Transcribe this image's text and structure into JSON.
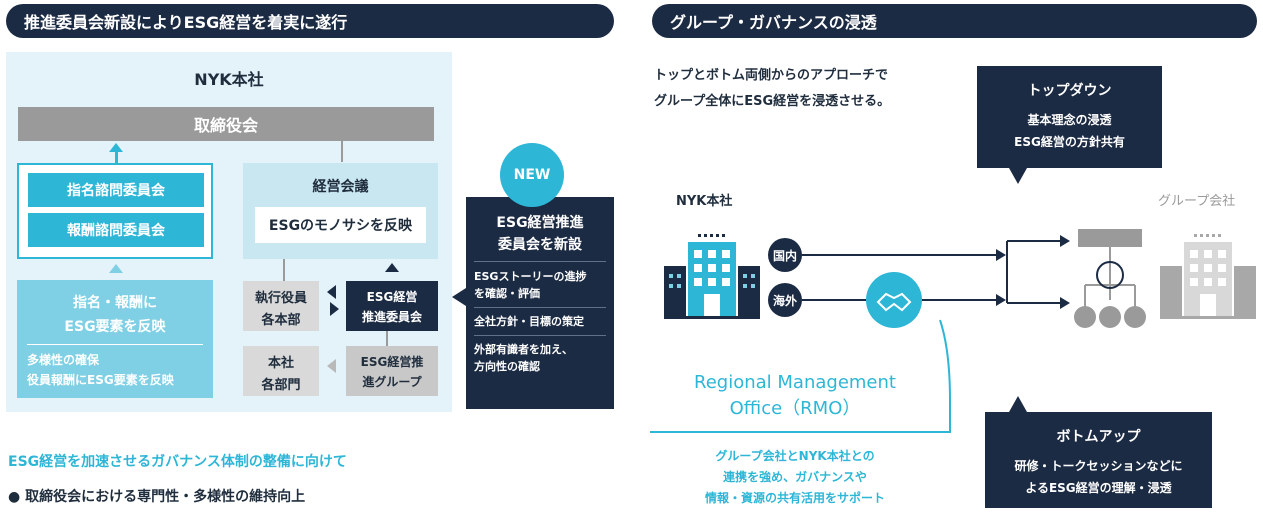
{
  "left": {
    "header": "推進委員会新設によりESG経営を着実に遂行",
    "hq_title": "NYK本社",
    "board": "取締役会",
    "nomination_committee": "指名諮問委員会",
    "compensation_committee": "報酬諮問委員会",
    "reflect_box": [
      "指名・報酬に",
      "ESG要素を反映"
    ],
    "diversity_lines": [
      "多様性の確保",
      "役員報酬にESG要素を反映"
    ],
    "management_meeting": "経営会議",
    "esg_monosashi": "ESGのモノサシを反映",
    "executive_officers": [
      "執行役員",
      "各本部"
    ],
    "esg_committee": [
      "ESG経営",
      "推進委員会"
    ],
    "hq_departments": [
      "本社",
      "各部門"
    ],
    "esg_group": [
      "ESG経営推",
      "進グループ"
    ],
    "new_badge": "NEW",
    "new_box_title": [
      "ESG経営推進",
      "委員会を新設"
    ],
    "new_box_items": [
      [
        "ESGストーリーの進捗",
        "を確認・評価"
      ],
      [
        "全社方針・目標の策定"
      ],
      [
        "外部有識者を加え、",
        "方向性の確認"
      ]
    ],
    "footer_title": "ESG経営を加速させるガバナンス体制の整備に向けて",
    "footer_bullet": "● 取締役会における専門性・多様性の維持向上"
  },
  "right": {
    "header": "グループ・ガバナンスの浸透",
    "intro": [
      "トップとボトム両側からのアプローチで",
      "グループ全体にESG経営を浸透させる。"
    ],
    "topdown_title": "トップダウン",
    "topdown_lines": [
      "基本理念の浸透",
      "ESG経営の方針共有"
    ],
    "hq_label": "NYK本社",
    "group_label": "グループ会社",
    "domestic": "国内",
    "overseas": "海外",
    "rmo_title": [
      "Regional Management",
      "Office（RMO）"
    ],
    "rmo_desc": [
      "グループ会社とNYK本社との",
      "連携を強め、ガバナンスや",
      "情報・資源の共有活用をサポート"
    ],
    "bottomup_title": "ボトムアップ",
    "bottomup_lines": [
      "研修・トークセッションなどに",
      "よるESG経営の理解・浸透"
    ]
  },
  "colors": {
    "navy": "#1c2b44",
    "cyan": "#2eb6d6",
    "gray": "#9a9a9a",
    "pale": "#e3f3f9"
  }
}
